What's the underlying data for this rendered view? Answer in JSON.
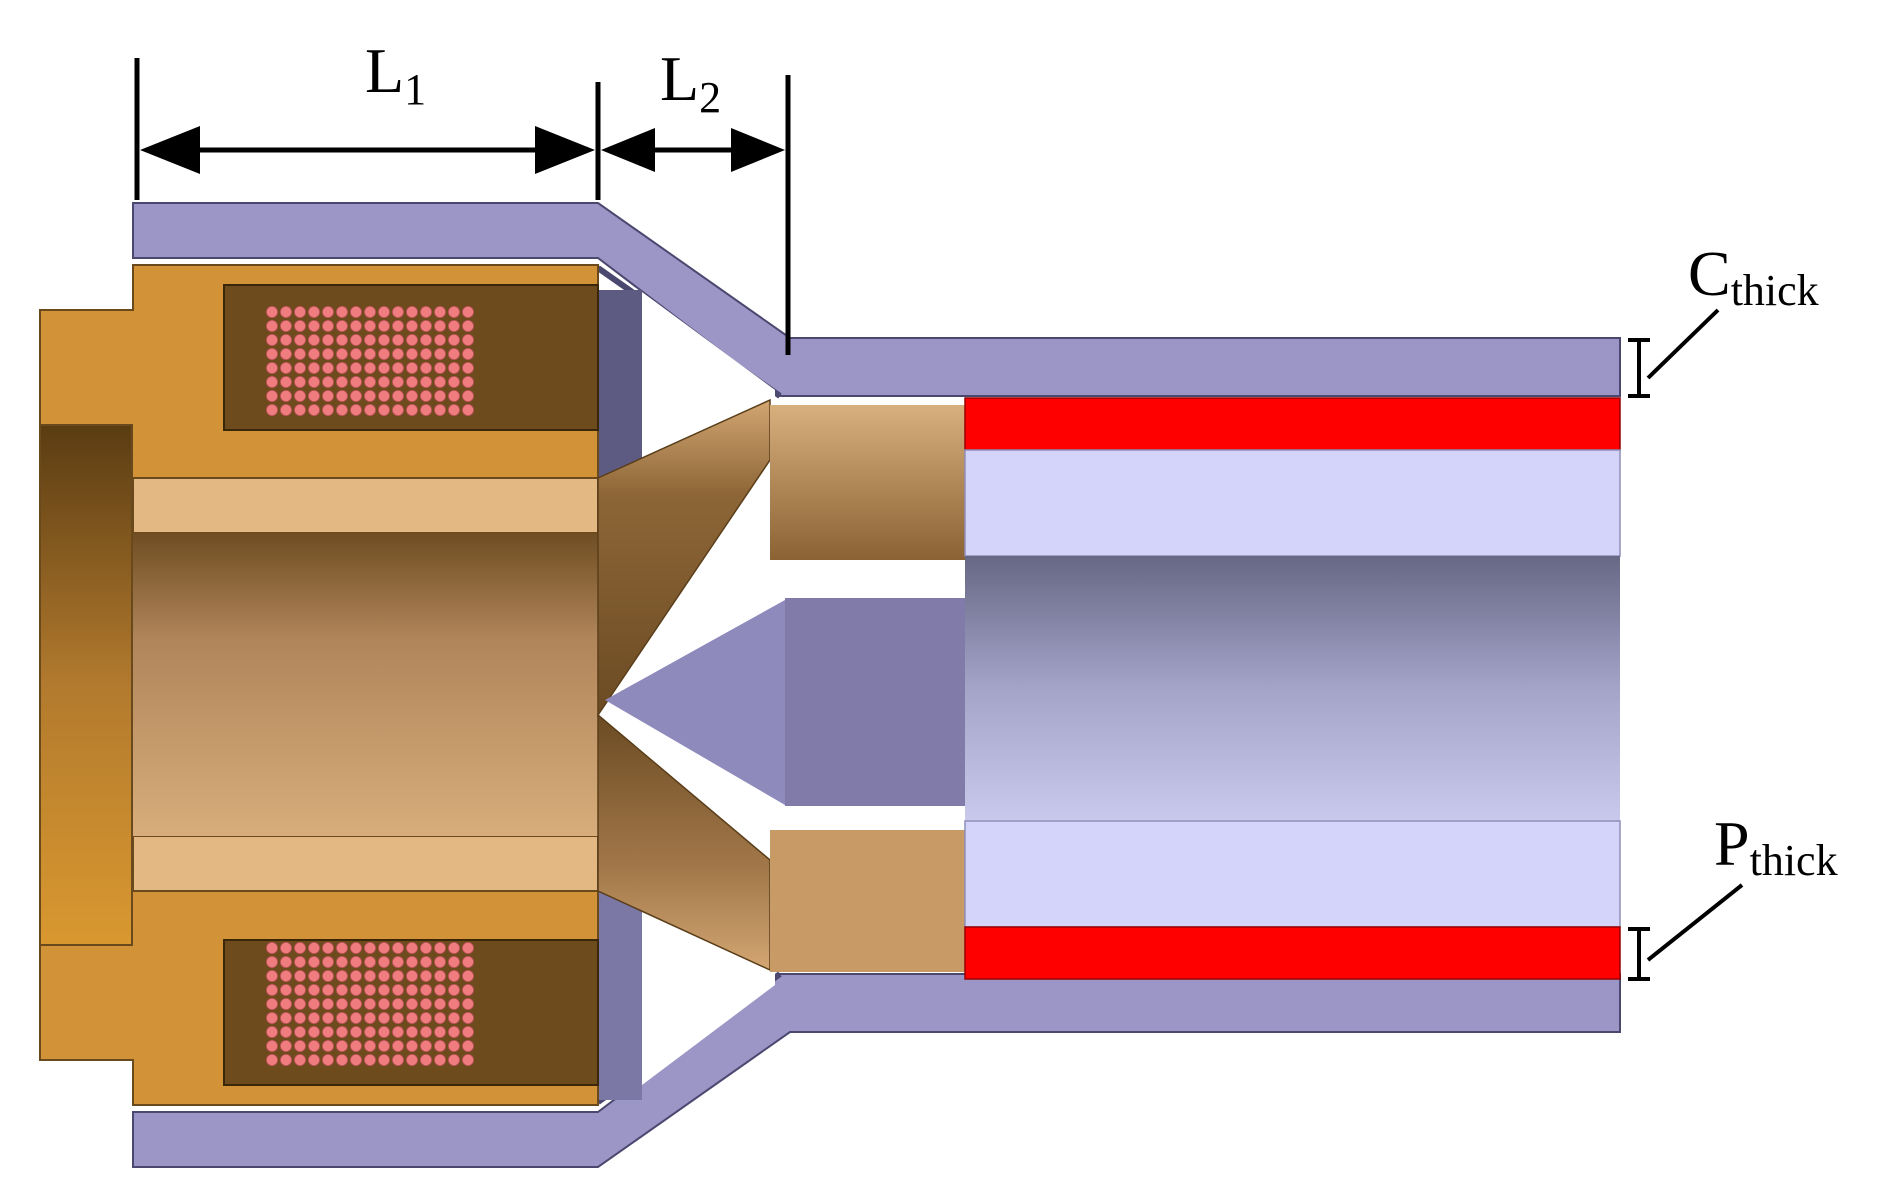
{
  "labels": {
    "l1": {
      "main": "L",
      "sub": "1"
    },
    "l2": {
      "main": "L",
      "sub": "2"
    },
    "c_thick": {
      "main": "C",
      "sub": "thick"
    },
    "p_thick": {
      "main": "P",
      "sub": "thick"
    }
  },
  "colors": {
    "casing": "#9c96c6",
    "casing_dark": "#6f6a98",
    "copper": "#d29338",
    "copper_dark": "#6a4a1c",
    "copper_light": "#e3b883",
    "coil": "#ef7d7f",
    "pipe_wall": "#ff0000",
    "liner": "#d4d4fa",
    "bore_mid": "#a6a6c8",
    "line": "#000000"
  }
}
